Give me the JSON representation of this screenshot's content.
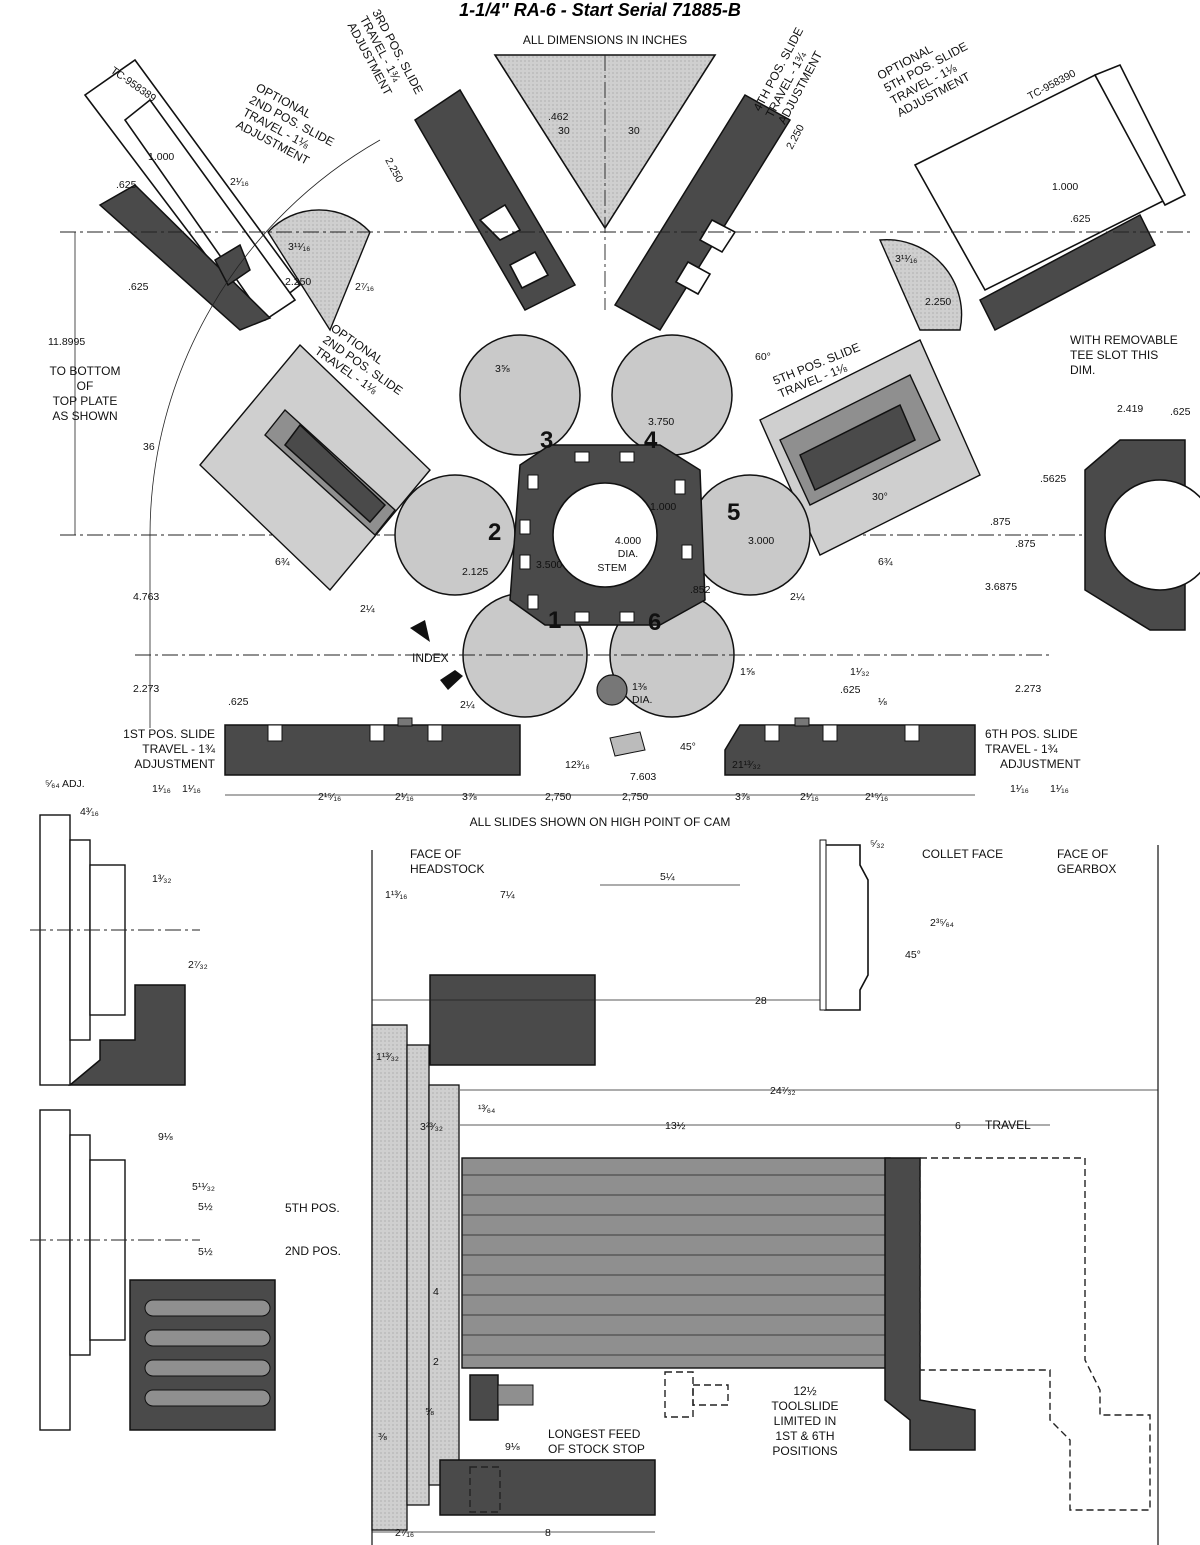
{
  "title": "1-1/4\" RA-6 - Start Serial 71885-B",
  "subtitle": "ALL DIMENSIONS IN INCHES",
  "part_numbers": {
    "left": "TC-958389",
    "right": "TC-958390"
  },
  "slide_labels": {
    "third_pos": [
      "3RD POS. SLIDE",
      "TRAVEL - 1¾",
      "ADJUSTMENT"
    ],
    "fourth_pos": [
      "4TH POS. SLIDE",
      "TRAVEL - 1¾",
      "ADJUSTMENT"
    ],
    "opt_second_top": [
      "OPTIONAL",
      "2ND POS. SLIDE",
      "TRAVEL - 1⅛",
      "ADJUSTMENT"
    ],
    "opt_fifth_top": [
      "OPTIONAL",
      "5TH POS. SLIDE",
      "TRAVEL - 1⅛",
      "ADJUSTMENT"
    ],
    "opt_second_mid": [
      "OPTIONAL",
      "2ND POS. SLIDE",
      "TRAVEL - 1⅛"
    ],
    "fifth_mid": [
      "5TH POS. SLIDE",
      "TRAVEL - 1⅛"
    ],
    "first_pos": [
      "1ST POS. SLIDE",
      "TRAVEL - 1¾",
      "ADJUSTMENT"
    ],
    "sixth_pos": [
      "6TH POS. SLIDE",
      "TRAVEL - 1¾",
      "ADJUSTMENT"
    ]
  },
  "notes": {
    "top_plate": [
      "TO BOTTOM",
      "OF",
      "TOP PLATE",
      "AS SHOWN"
    ],
    "index": "INDEX",
    "stem": [
      "4.000",
      "DIA.",
      "STEM"
    ],
    "removable_tee_slot": [
      "WITH REMOVABLE",
      "TEE SLOT THIS",
      "DIM."
    ],
    "all_slides": "ALL SLIDES SHOWN ON HIGH POINT OF CAM",
    "adj_small": "⁵⁄₆₄ ADJ.",
    "face_headstock": [
      "FACE OF",
      "HEADSTOCK"
    ],
    "face_gearbox": [
      "FACE OF",
      "GEARBOX"
    ],
    "collet_face": "COLLET FACE",
    "fifth_pos_short": "5TH POS.",
    "second_pos_short": "2ND POS.",
    "travel": "TRAVEL",
    "longest_feed": [
      "LONGEST FEED",
      "OF STOCK STOP"
    ],
    "toolslide": [
      "12½",
      "TOOLSLIDE",
      "LIMITED IN",
      "1ST & 6TH",
      "POSITIONS"
    ],
    "dia_1_3_8": [
      "1⅜",
      "DIA."
    ]
  },
  "spindle_numbers": [
    "1",
    "2",
    "3",
    "4",
    "5",
    "6"
  ],
  "dimensions": {
    "d11_8995": "11.8995",
    "d36": "36",
    "d4_763": "4.763",
    "d2_273": "2.273",
    "d3_750": "3.750",
    "d2_125": "2.125",
    "d3_500": "3.500",
    "d3_000": "3.000",
    "d1_000": "1.000",
    "d0_852": ".852",
    "d2_419": "2.419",
    "d0_5625": ".5625",
    "d0_875": ".875",
    "d3_6875": "3.6875",
    "d0_625": ".625",
    "d2_250": "2.250",
    "d0_462": ".462",
    "d30": "30",
    "d60deg": "60°",
    "d30deg": "30°",
    "d45deg": "45°",
    "d6_3_4": "6¾",
    "d2_1_4": "2¼",
    "d3_5_8": "3⅝",
    "d2_1_16": "2¹⁄₁₆",
    "d2_15_16": "2¹⁵⁄₁₆",
    "d3_7_8": "3⅞",
    "d2_750": "2,750",
    "d7_603": "7.603",
    "d12_3_16": "12³⁄₁₆",
    "d21_13_32": "21¹³⁄₃₂",
    "d5_1_4": "5¼",
    "d7_1_4": "7¼",
    "d1_13_16": "1¹³⁄₁₆",
    "d28": "28",
    "d24_7_32": "24⁷⁄₃₂",
    "d13_1_2": "13½",
    "d6": "6",
    "d4_3_16": "4³⁄₁₆",
    "d13_32": "1³⁄₃₂",
    "d27_32": "2⁷⁄₃₂",
    "d9_1_8": "9⅛",
    "d5_11_32": "5¹¹⁄₃₂",
    "d5_1_2": "5½",
    "d2_7_16": "2⁷⁄₁₆",
    "d8": "8",
    "d2": "2",
    "d4": "4",
    "d5_8": "⅝",
    "d3_8": "⅜",
    "d1_13_32": "1¹³⁄₃₂",
    "d3_23_32": "3²³⁄₃₂",
    "d13_64": "¹³⁄₆₄",
    "d2_35_64": "2³⁵⁄₆₄",
    "d5_32": "⁵⁄₃₂",
    "d1_1_16": "1¹⁄₁₆",
    "d1_5_8": "1⅝",
    "d1_1_32": "1¹⁄₃₂",
    "d1_8": "⅛",
    "d3_11_16": "3¹¹⁄₁₆",
    "d2_7_16b": "2⁷⁄₁₆"
  },
  "colors": {
    "dark": "#4a4a4a",
    "medium": "#8f8f8f",
    "light": "#cfcfcf",
    "line": "#111111"
  }
}
